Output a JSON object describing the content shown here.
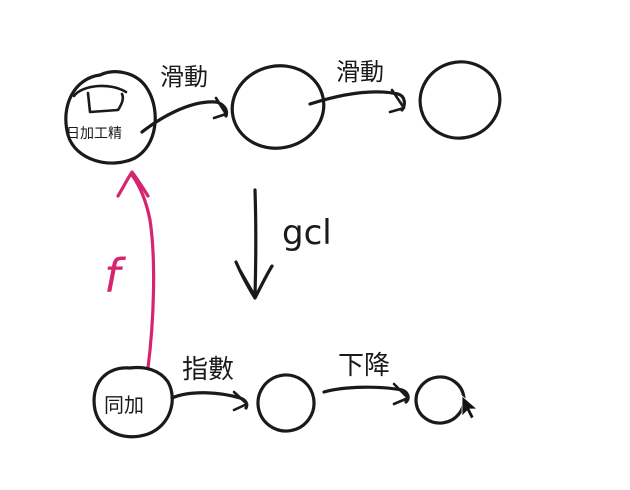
{
  "diagram": {
    "top_row": {
      "start_node_label": "日加工精",
      "edge_labels": [
        "滑動",
        "滑動"
      ]
    },
    "vertical_arrow_label": "gcl",
    "bottom_row": {
      "start_node_label": "同加",
      "edge_labels": [
        "指數",
        "下降"
      ]
    },
    "pink_arrow_label": "f",
    "colors": {
      "ink": "#1a1a1a",
      "pink": "#d6246e",
      "background": "#ffffff"
    }
  }
}
